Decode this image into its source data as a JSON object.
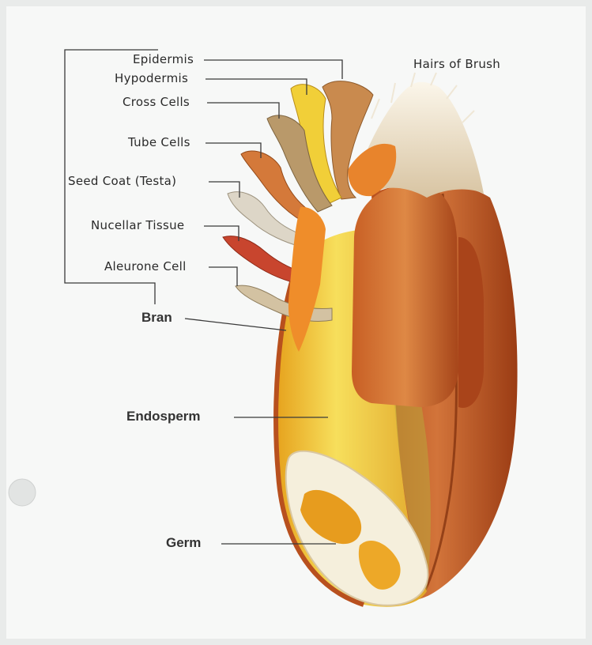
{
  "labels": {
    "epidermis": "Epidermis",
    "hypodermis": "Hypodermis",
    "cross_cells": "Cross Cells",
    "tube_cells": "Tube Cells",
    "seed_coat": "Seed Coat (Testa)",
    "nucellar_tissue": "Nucellar Tissue",
    "aleurone_cell": "Aleurone Cell",
    "hairs_of_brush": "Hairs of Brush",
    "bran": "Bran",
    "endosperm": "Endosperm",
    "germ": "Germ"
  },
  "colors": {
    "paper": "#e9ebea",
    "page": "#f7f8f7",
    "bran_brown": "#c4622a",
    "bran_dark": "#8e3a12",
    "endosperm_yellow": "#f2c83a",
    "germ_cream": "#f3ead2",
    "germ_orange": "#e79c1e",
    "leader_line": "#3a3a3a"
  }
}
